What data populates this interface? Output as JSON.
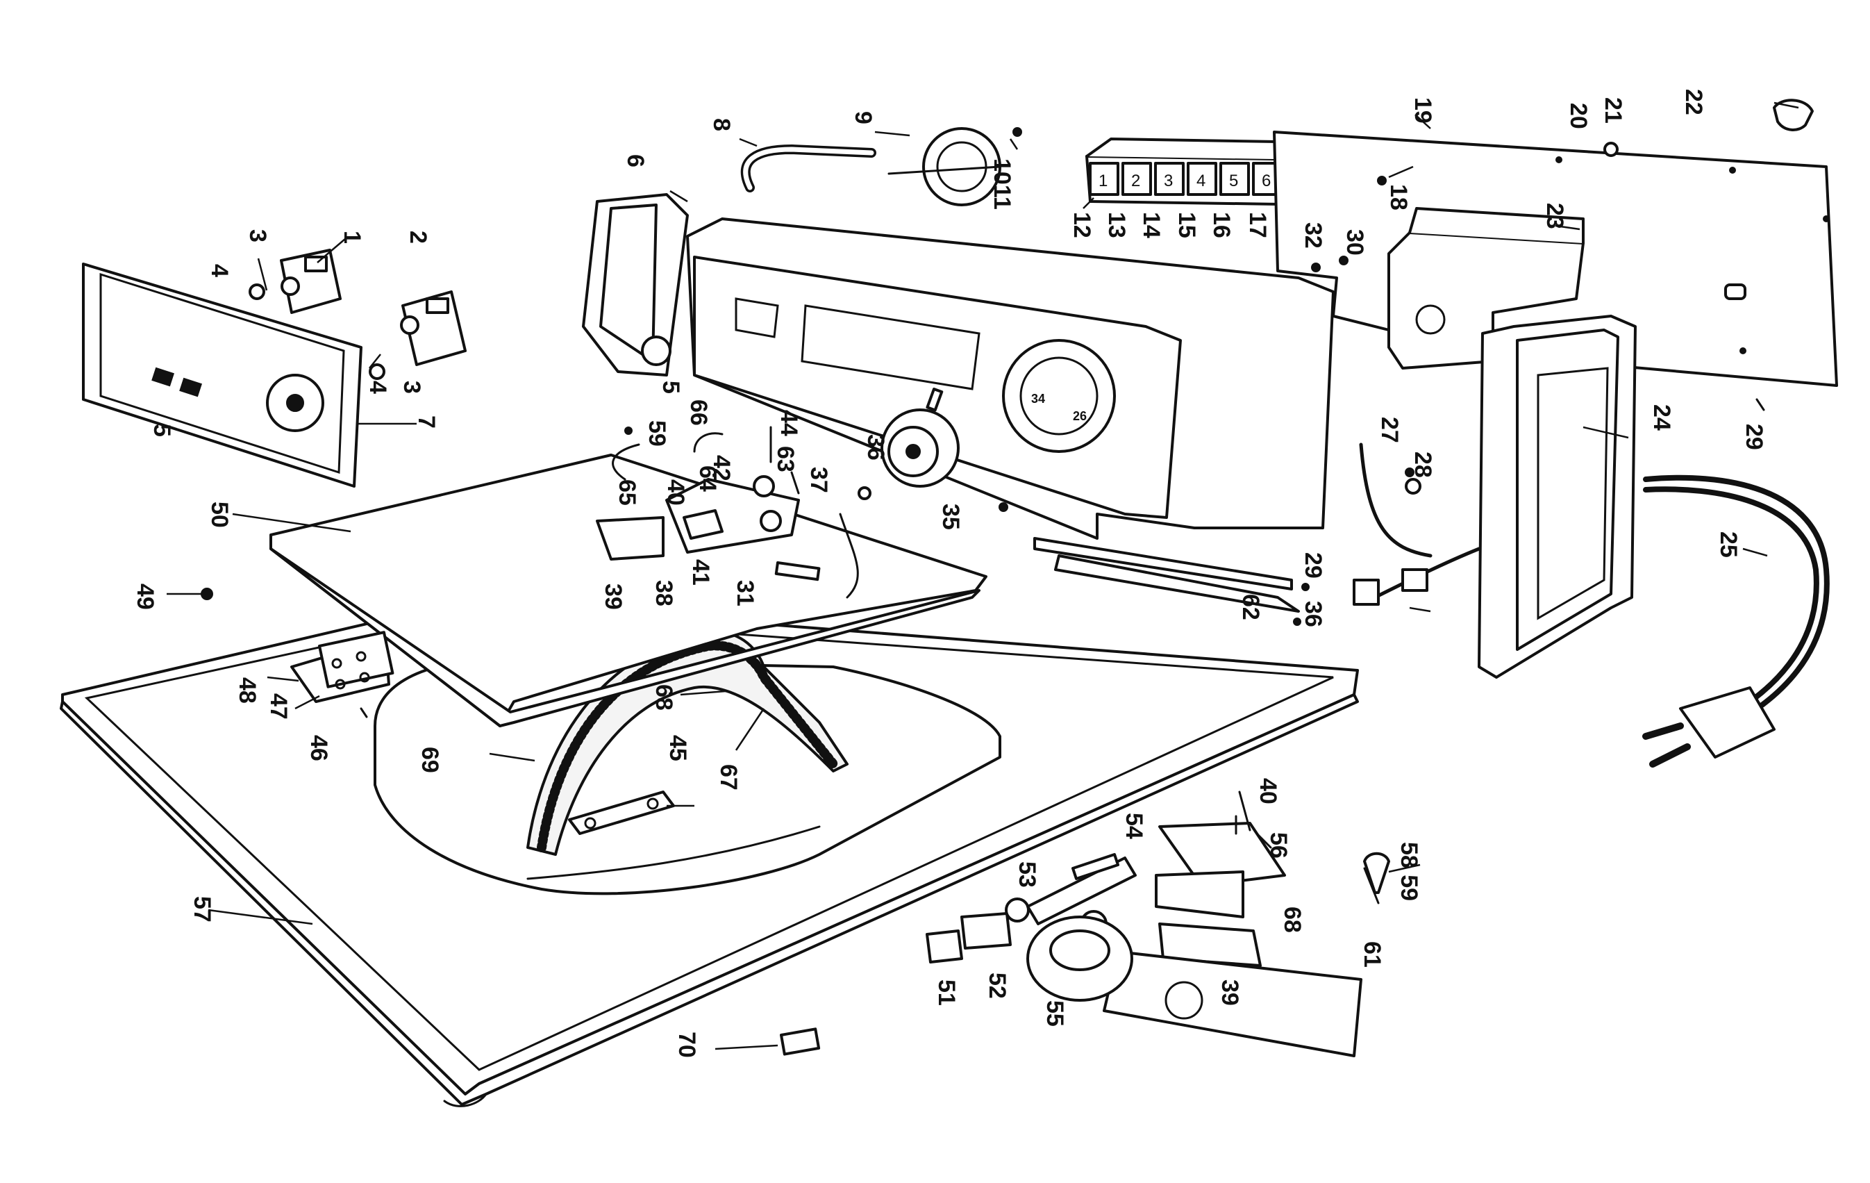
{
  "diagram": {
    "button_labels": [
      "1",
      "2",
      "3",
      "4",
      "5",
      "6"
    ],
    "dial_labels": [
      "34",
      "26"
    ],
    "callouts": [
      {
        "id": "c1",
        "text": "1"
      },
      {
        "id": "c2",
        "text": "2"
      },
      {
        "id": "c3a",
        "text": "3"
      },
      {
        "id": "c3b",
        "text": "3"
      },
      {
        "id": "c4a",
        "text": "4"
      },
      {
        "id": "c4b",
        "text": "4"
      },
      {
        "id": "c5a",
        "text": "5"
      },
      {
        "id": "c5b",
        "text": "5"
      },
      {
        "id": "c6",
        "text": "6"
      },
      {
        "id": "c7",
        "text": "7"
      },
      {
        "id": "c8",
        "text": "8"
      },
      {
        "id": "c9",
        "text": "9"
      },
      {
        "id": "c1011",
        "text": "1011"
      },
      {
        "id": "c12",
        "text": "12"
      },
      {
        "id": "c13",
        "text": "13"
      },
      {
        "id": "c14",
        "text": "14"
      },
      {
        "id": "c15",
        "text": "15"
      },
      {
        "id": "c16",
        "text": "16"
      },
      {
        "id": "c17",
        "text": "17"
      },
      {
        "id": "c18",
        "text": "18"
      },
      {
        "id": "c19",
        "text": "19"
      },
      {
        "id": "c20",
        "text": "20"
      },
      {
        "id": "c21",
        "text": "21"
      },
      {
        "id": "c22",
        "text": "22"
      },
      {
        "id": "c23",
        "text": "23"
      },
      {
        "id": "c24",
        "text": "24"
      },
      {
        "id": "c25",
        "text": "25"
      },
      {
        "id": "c27",
        "text": "27"
      },
      {
        "id": "c28",
        "text": "28"
      },
      {
        "id": "c29a",
        "text": "29"
      },
      {
        "id": "c29b",
        "text": "29"
      },
      {
        "id": "c30",
        "text": "30"
      },
      {
        "id": "c31",
        "text": "31"
      },
      {
        "id": "c32",
        "text": "32"
      },
      {
        "id": "c35",
        "text": "35"
      },
      {
        "id": "c36a",
        "text": "36"
      },
      {
        "id": "c36b",
        "text": "36"
      },
      {
        "id": "c37",
        "text": "37"
      },
      {
        "id": "c38",
        "text": "38"
      },
      {
        "id": "c39a",
        "text": "39"
      },
      {
        "id": "c39b",
        "text": "39"
      },
      {
        "id": "c40a",
        "text": "40"
      },
      {
        "id": "c40b",
        "text": "40"
      },
      {
        "id": "c41",
        "text": "41"
      },
      {
        "id": "c42",
        "text": "42"
      },
      {
        "id": "c44",
        "text": "44"
      },
      {
        "id": "c45",
        "text": "45"
      },
      {
        "id": "c46",
        "text": "46"
      },
      {
        "id": "c47",
        "text": "47"
      },
      {
        "id": "c48",
        "text": "48"
      },
      {
        "id": "c49",
        "text": "49"
      },
      {
        "id": "c50",
        "text": "50"
      },
      {
        "id": "c51",
        "text": "51"
      },
      {
        "id": "c52",
        "text": "52"
      },
      {
        "id": "c53",
        "text": "53"
      },
      {
        "id": "c54",
        "text": "54"
      },
      {
        "id": "c55",
        "text": "55"
      },
      {
        "id": "c56",
        "text": "56"
      },
      {
        "id": "c57",
        "text": "57"
      },
      {
        "id": "c5859",
        "text": "58 59"
      },
      {
        "id": "c59",
        "text": "59"
      },
      {
        "id": "c61",
        "text": "61"
      },
      {
        "id": "c62",
        "text": "62"
      },
      {
        "id": "c63",
        "text": "63"
      },
      {
        "id": "c64",
        "text": "64"
      },
      {
        "id": "c65",
        "text": "65"
      },
      {
        "id": "c66",
        "text": "66"
      },
      {
        "id": "c67",
        "text": "67"
      },
      {
        "id": "c68a",
        "text": "68"
      },
      {
        "id": "c68b",
        "text": "68"
      },
      {
        "id": "c69",
        "text": "69"
      },
      {
        "id": "c70",
        "text": "70"
      }
    ]
  }
}
